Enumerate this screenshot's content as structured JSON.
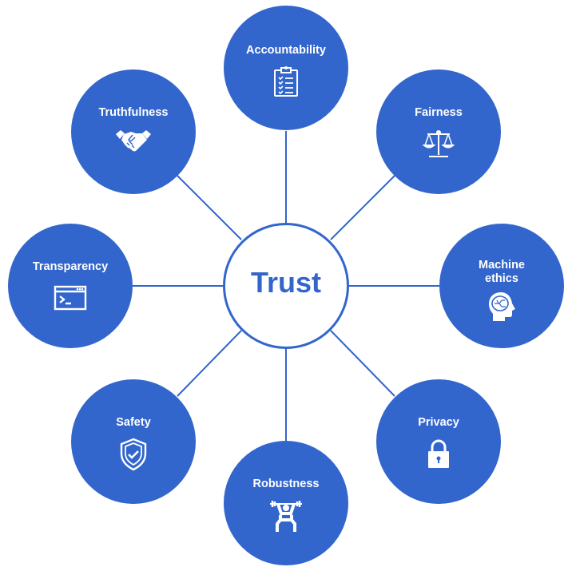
{
  "center": {
    "label": "Trust"
  },
  "colors": {
    "accent": "#3366CC",
    "background": "#FFFFFF",
    "text_on_accent": "#FFFFFF"
  },
  "nodes": [
    {
      "label": "Accountability",
      "icon": "clipboard-checklist-icon"
    },
    {
      "label": "Fairness",
      "icon": "scales-icon"
    },
    {
      "label": "Machine ethics",
      "icon": "brain-head-icon"
    },
    {
      "label": "Privacy",
      "icon": "padlock-icon"
    },
    {
      "label": "Robustness",
      "icon": "weightlifter-icon"
    },
    {
      "label": "Safety",
      "icon": "shield-check-icon"
    },
    {
      "label": "Transparency",
      "icon": "terminal-window-icon"
    },
    {
      "label": "Truthfulness",
      "icon": "handshake-icon"
    }
  ]
}
